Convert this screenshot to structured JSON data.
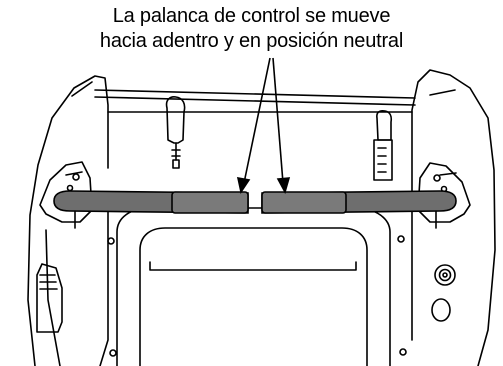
{
  "caption": {
    "line1": "La palanca de control se mueve",
    "line2": "hacia adentro y en posición neutral"
  },
  "colors": {
    "line": "#000000",
    "lever_fill": "#6e6e6e",
    "grip_fill": "#7a7a7a",
    "background": "#ffffff"
  },
  "illustration": {
    "subject": "mower control levers in neutral position",
    "icons": [
      "left-control-lever",
      "right-control-lever",
      "seat-frame",
      "left-seat-side",
      "right-seat-side"
    ]
  }
}
